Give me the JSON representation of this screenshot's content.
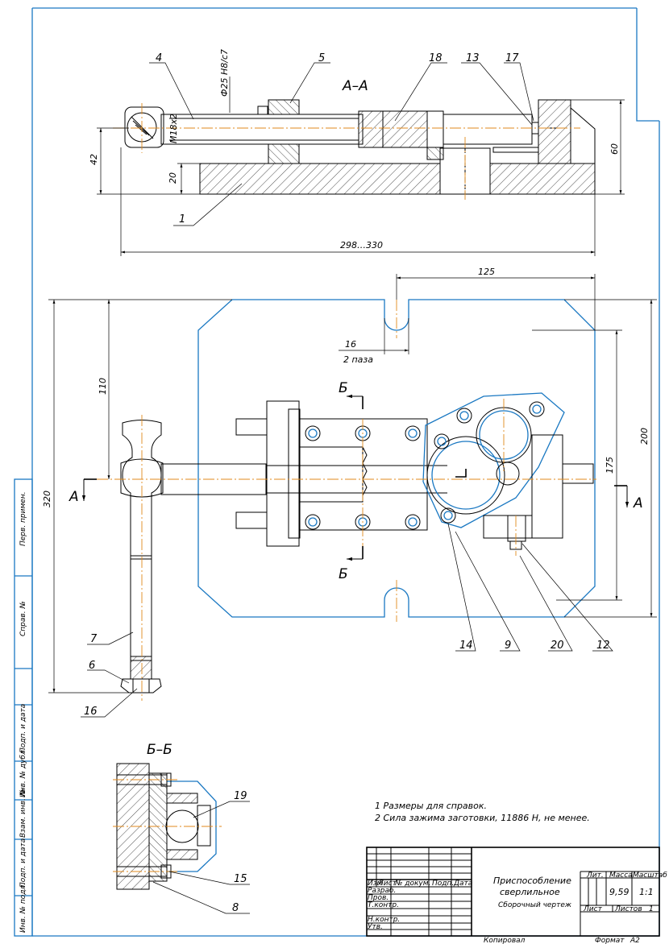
{
  "sections": {
    "aa": "А–А",
    "bb": "Б–Б",
    "a_left": "А",
    "a_right": "А",
    "b_top": "Б",
    "b_bottom": "Б"
  },
  "dimensions": {
    "fit": "Ф25 Н8/c7",
    "thread": "M18x2",
    "h42": "42",
    "h20": "20",
    "h60": "60",
    "overall": "298…330",
    "w125": "125",
    "w16": "16",
    "two_grooves": "2 паза",
    "h110": "110",
    "h320": "320",
    "h175": "175",
    "h200": "200"
  },
  "part_numbers": {
    "p1": "1",
    "p4": "4",
    "p5": "5",
    "p18": "18",
    "p13": "13",
    "p17": "17",
    "p7": "7",
    "p6": "6",
    "p16": "16",
    "p14": "14",
    "p9": "9",
    "p20": "20",
    "p12": "12",
    "p19": "19",
    "p15": "15",
    "p8": "8"
  },
  "notes": {
    "n1": "1 Размеры для справок.",
    "n2": "2  Сила зажима заготовки, 11886 Н, не менее."
  },
  "side_stamps": {
    "s1": "Перв. примен.",
    "s2": "Справ. №",
    "s3": "Подп. и дата",
    "s4": "Инв. № дубл.",
    "s5": "Взам. инв. №",
    "s6": "Подп. и дата",
    "s7": "Инв. № подл."
  },
  "title_block": {
    "name_line1": "Приспособление",
    "name_line2": "сверлильное",
    "doc_type": "Сборочный чертеж",
    "lit": "Лит.",
    "mass": "Масса",
    "scale": "Масштаб",
    "mass_value": "9,59",
    "scale_value": "1:1",
    "sheet": "Лист",
    "sheets": "Листов",
    "sheets_value": "1",
    "col_izm": "Изм",
    "col_list": "Лист",
    "col_doc": "№ докум.",
    "col_sign": "Подп.",
    "col_date": "Дата",
    "row_razrab": "Разраб.",
    "row_prov": "Пров.",
    "row_tkontr": "Т.контр.",
    "row_nkontr": "Н.контр.",
    "row_utv": "Утв.",
    "copied": "Копировал",
    "format": "Формат",
    "format_value": "А2"
  }
}
